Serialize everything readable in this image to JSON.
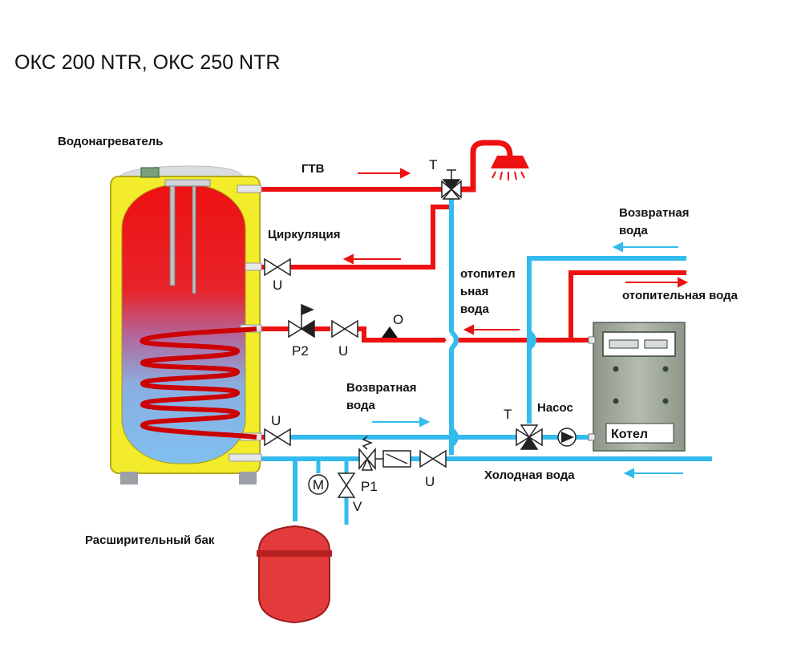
{
  "title": "ОКС 200 NTR, ОКС 250 NTR",
  "labels": {
    "water_heater": "Водонагреватель",
    "hot_water": "ГТВ",
    "circulation": "Циркуляция",
    "heating_water_vertical": [
      "отопител",
      "ьная",
      "вода"
    ],
    "return_water_top": [
      "Возвратная",
      "вода"
    ],
    "heating_water_right": "отопительная вода",
    "return_water_mid": [
      "Возвратная",
      "вода"
    ],
    "pump": "Насос",
    "boiler": "Котел",
    "cold_water": "Холодная вода",
    "expansion_tank": "Расширительный бак"
  },
  "symbols": {
    "valve_u": "U",
    "tee_t": "T",
    "p1": "P1",
    "p2": "P2",
    "o": "O",
    "v": "V",
    "m": "M"
  },
  "colors": {
    "hot": "#ee1111",
    "cold": "#33bbee",
    "tank_yellow": "#f2ec2a",
    "boiler_grey": "#9fa89a",
    "boiler_panel": "#7d9478"
  }
}
